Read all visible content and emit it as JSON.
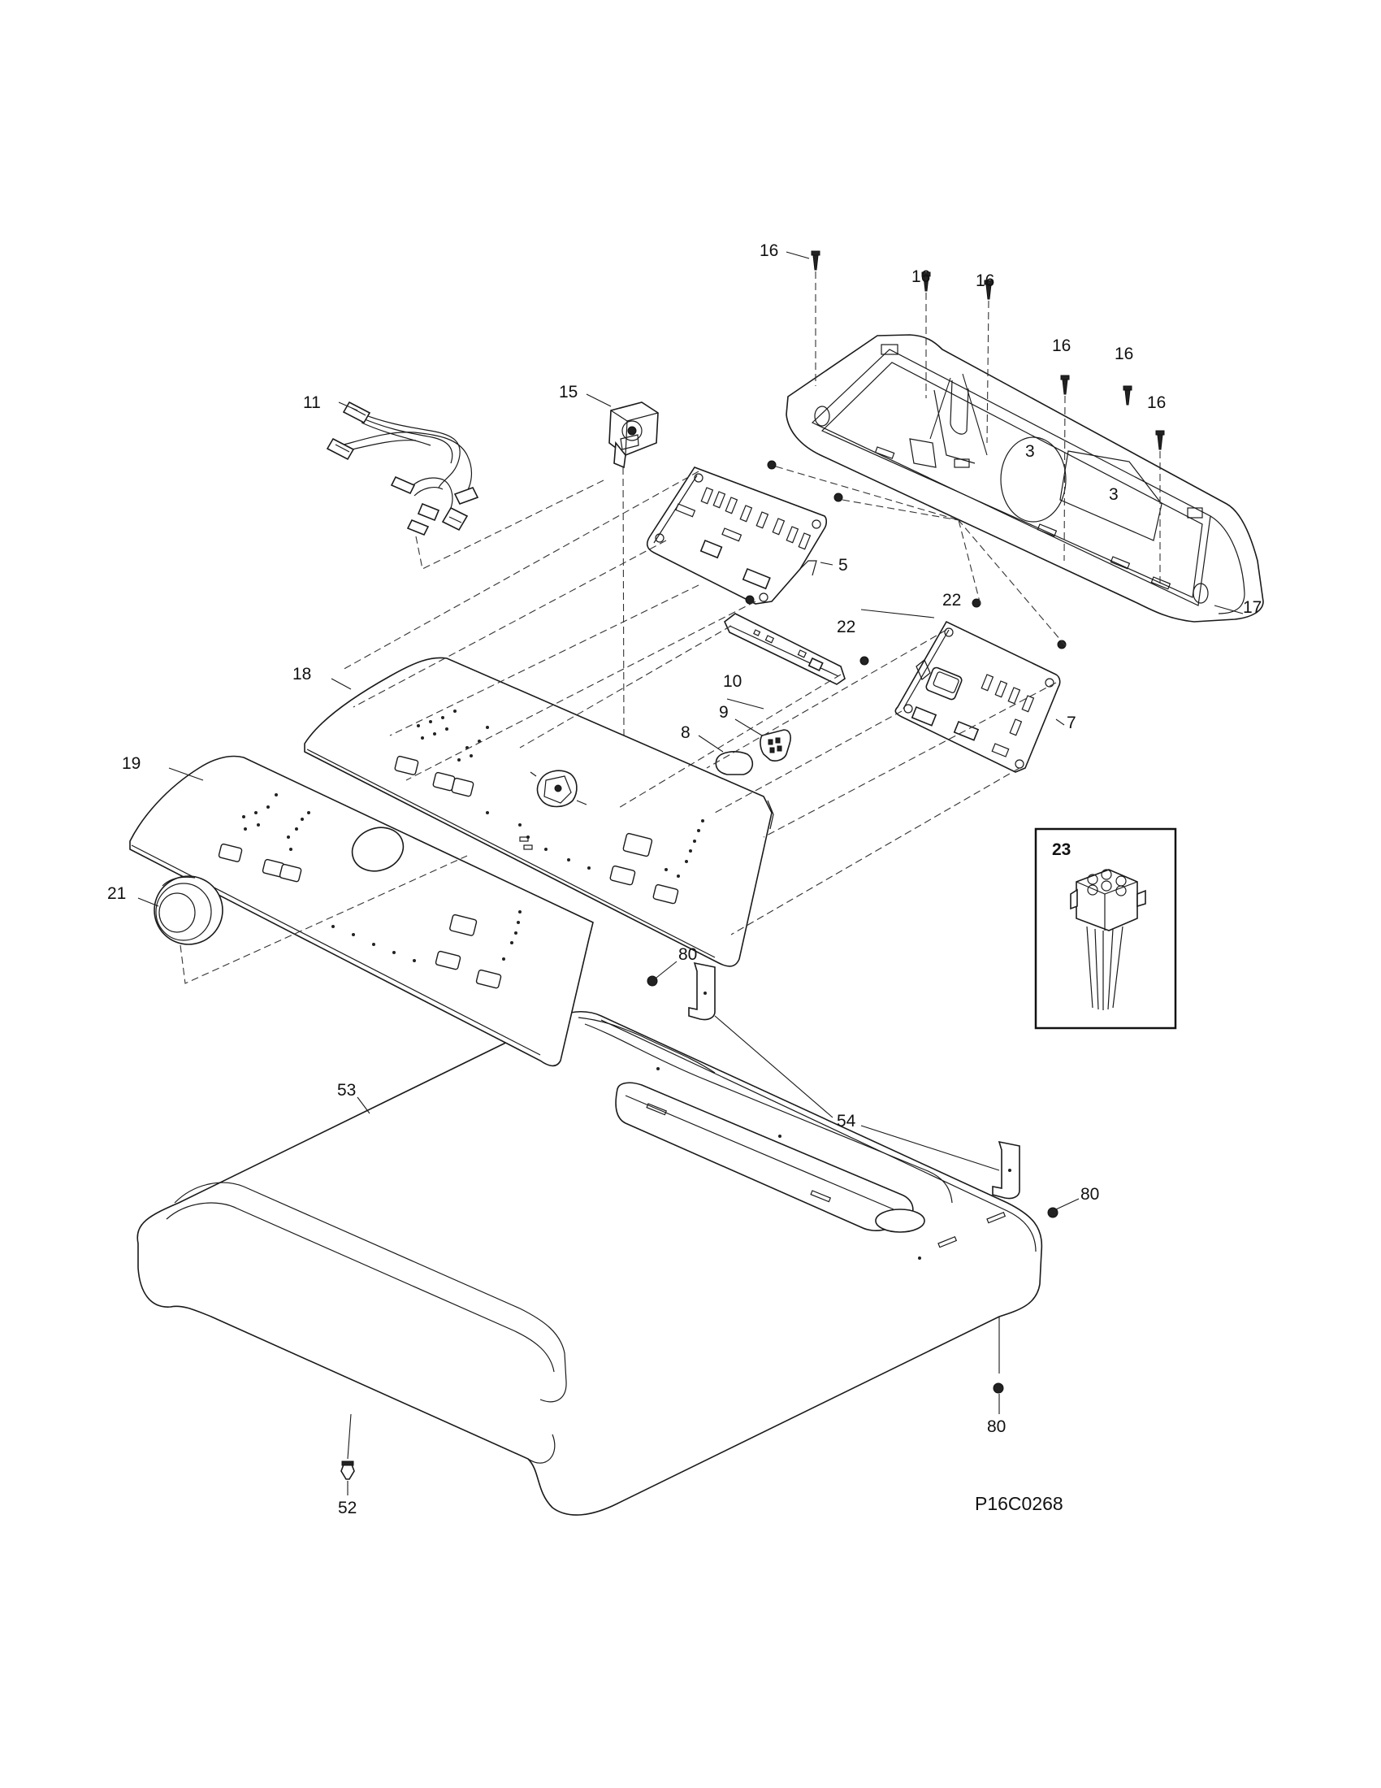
{
  "diagram_code": "P16C0268",
  "callouts": {
    "c5": "5",
    "c7": "7",
    "c8": "8",
    "c9": "9",
    "c10": "10",
    "c11": "11",
    "c15": "15",
    "c16": "16",
    "c17": "17",
    "c18": "18",
    "c19": "19",
    "c21": "21",
    "c22": "22",
    "c23": "23",
    "c52": "52",
    "c53": "53",
    "c54": "54",
    "c80": "80"
  },
  "inset": {
    "label": "23"
  }
}
